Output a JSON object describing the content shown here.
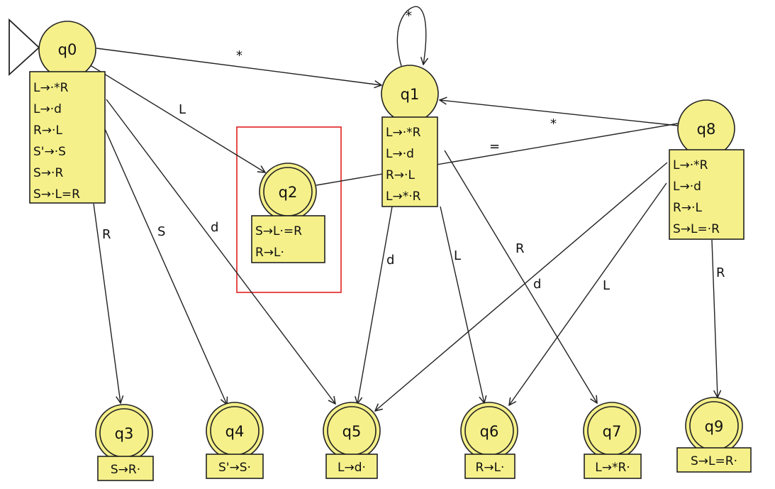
{
  "states": {
    "q0": {
      "label": "q0",
      "accepting": false,
      "items": [
        "L→·*R",
        "L→·d",
        "R→·L",
        "S'→·S",
        "S→·R",
        "S→·L=R"
      ]
    },
    "q1": {
      "label": "q1",
      "accepting": false,
      "items": [
        "L→·*R",
        "L→·d",
        "R→·L",
        "L→*·R"
      ]
    },
    "q2": {
      "label": "q2",
      "accepting": true,
      "items": [
        "S→L·=R",
        "R→L·"
      ]
    },
    "q3": {
      "label": "q3",
      "accepting": true,
      "items": [
        "S→R·"
      ]
    },
    "q4": {
      "label": "q4",
      "accepting": true,
      "items": [
        "S'→S·"
      ]
    },
    "q5": {
      "label": "q5",
      "accepting": true,
      "items": [
        "L→d·"
      ]
    },
    "q6": {
      "label": "q6",
      "accepting": true,
      "items": [
        "R→L·"
      ]
    },
    "q7": {
      "label": "q7",
      "accepting": true,
      "items": [
        "L→*R·"
      ]
    },
    "q8": {
      "label": "q8",
      "accepting": false,
      "items": [
        "L→·*R",
        "L→·d",
        "R→·L",
        "S→L=·R"
      ]
    },
    "q9": {
      "label": "q9",
      "accepting": true,
      "items": [
        "S→L=R·"
      ]
    }
  },
  "start_state": "q0",
  "highlighted_state": "q2",
  "transitions": [
    {
      "from": "q0",
      "to": "q1",
      "symbol": "*"
    },
    {
      "from": "q1",
      "to": "q1",
      "symbol": "*"
    },
    {
      "from": "q0",
      "to": "q2",
      "symbol": "L"
    },
    {
      "from": "q0",
      "to": "q3",
      "symbol": "R"
    },
    {
      "from": "q0",
      "to": "q4",
      "symbol": "S"
    },
    {
      "from": "q0",
      "to": "q5",
      "symbol": "d"
    },
    {
      "from": "q2",
      "to": "q8",
      "symbol": "="
    },
    {
      "from": "q8",
      "to": "q1",
      "symbol": "*"
    },
    {
      "from": "q1",
      "to": "q5",
      "symbol": "d"
    },
    {
      "from": "q1",
      "to": "q6",
      "symbol": "L"
    },
    {
      "from": "q1",
      "to": "q7",
      "symbol": "R"
    },
    {
      "from": "q8",
      "to": "q5",
      "symbol": "d"
    },
    {
      "from": "q8",
      "to": "q6",
      "symbol": "L"
    },
    {
      "from": "q8",
      "to": "q9",
      "symbol": "R"
    }
  ],
  "colors": {
    "state_fill": "#f5f08a",
    "highlight": "#e02020"
  }
}
